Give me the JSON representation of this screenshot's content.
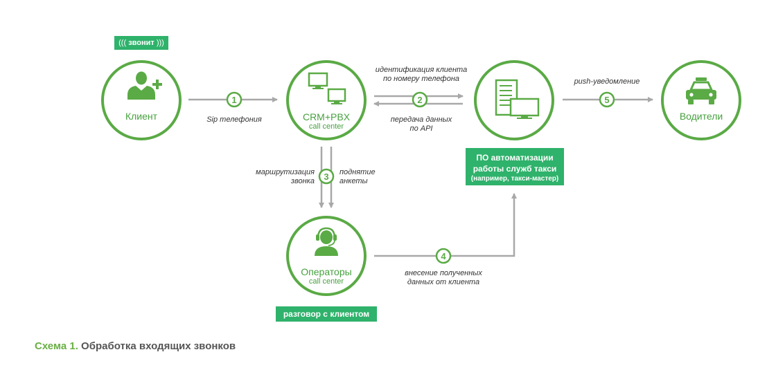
{
  "colors": {
    "green": "#5aaa45",
    "tag_green": "#2fb26b",
    "arrow": "#a8a8a8",
    "caption_accent": "#6aaf45"
  },
  "nodes": {
    "client": {
      "title": "Клиент",
      "icon": "user-add-icon"
    },
    "crm": {
      "title": "CRM+PBX",
      "subtitle": "call center",
      "icon": "monitors-icon"
    },
    "taxi_software": {
      "icon": "server-monitor-icon"
    },
    "drivers": {
      "title": "Водители",
      "icon": "taxi-car-icon"
    },
    "operators": {
      "title": "Операторы",
      "subtitle": "call center",
      "icon": "operator-headset-icon"
    }
  },
  "tags": {
    "calling": "звонит",
    "taxi_software_line1": "ПО автоматизации",
    "taxi_software_line2": "работы служб такси",
    "taxi_software_line3": "(например, такси-мастер)",
    "conversation": "разговор с клиентом"
  },
  "steps": {
    "s1": {
      "number": "1",
      "label": "Sip телефония"
    },
    "s2": {
      "number": "2",
      "top_line1": "идентификация клиента",
      "top_line2": "по номеру телефона",
      "bottom_line1": "передача данных",
      "bottom_line2": "по API"
    },
    "s3": {
      "number": "3",
      "left_line1": "маршрутизация",
      "left_line2": "звонка",
      "right_line1": "поднятие",
      "right_line2": "анкеты"
    },
    "s4": {
      "number": "4",
      "line1": "внесение полученных",
      "line2": "данных от клиента"
    },
    "s5": {
      "number": "5",
      "label": "push-уведомление"
    }
  },
  "caption": {
    "number": "Схема 1.",
    "text": "Обработка входящих звонков"
  }
}
